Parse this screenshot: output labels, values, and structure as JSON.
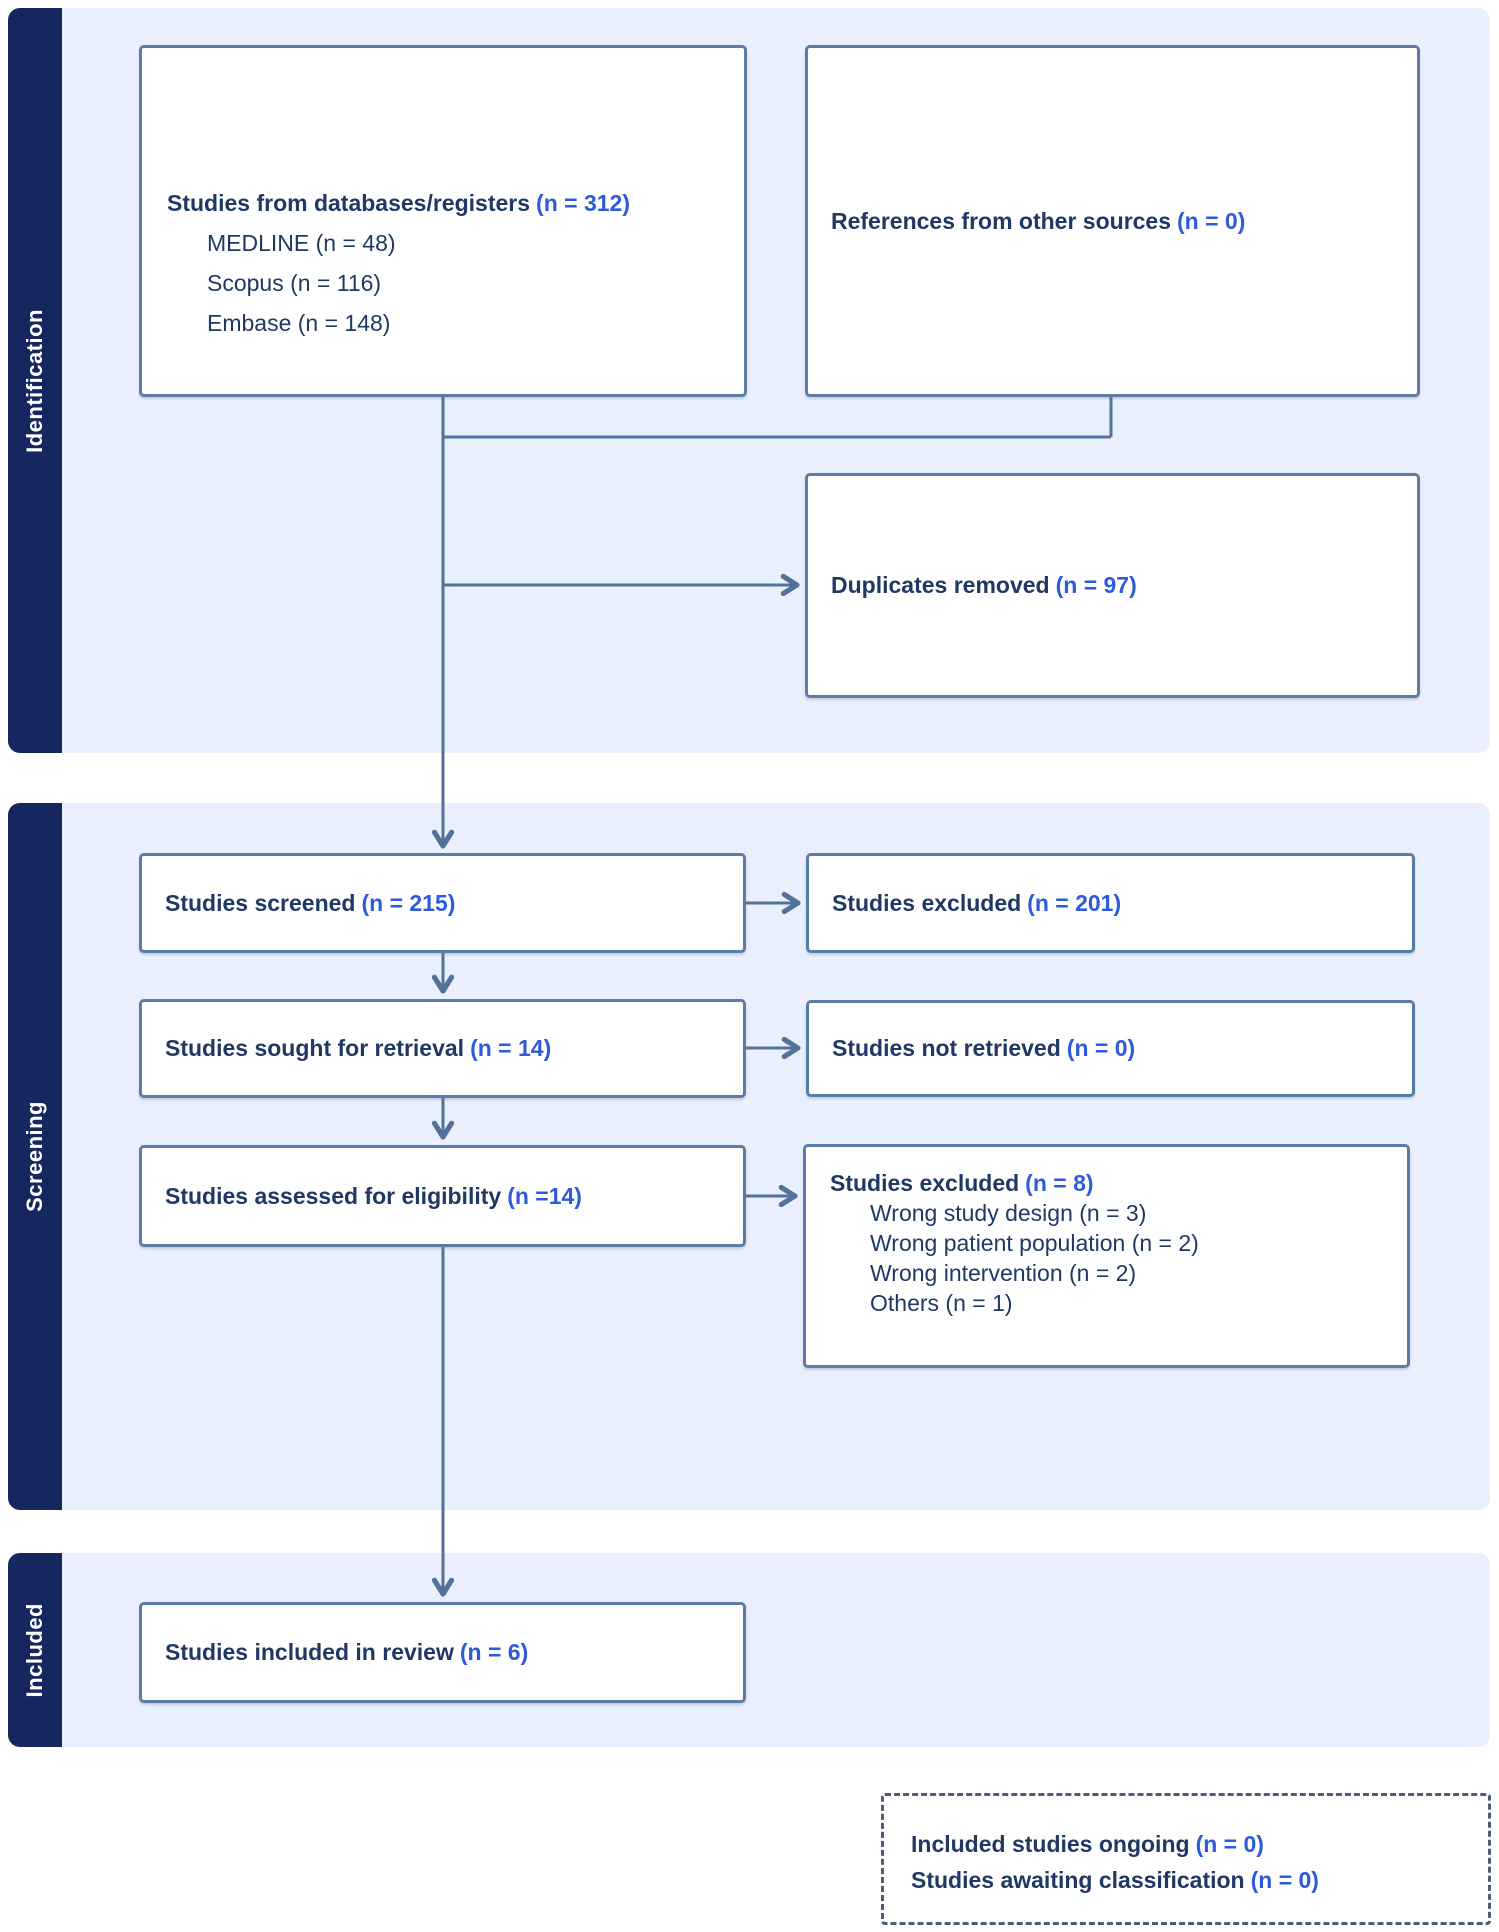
{
  "sidebar": {
    "sections": [
      {
        "label": "Identification"
      },
      {
        "label": "Screening"
      },
      {
        "label": "Included"
      }
    ]
  },
  "boxes": {
    "databases": {
      "label": "Studies from databases/registers",
      "count": "(n = 312)",
      "items": [
        "MEDLINE (n = 48)",
        "Scopus (n = 116)",
        "Embase (n = 148)"
      ]
    },
    "other_sources": {
      "label": "References from other sources",
      "count": "(n = 0)"
    },
    "duplicates": {
      "label": "Duplicates removed",
      "count": "(n = 97)"
    },
    "screened": {
      "label": "Studies screened",
      "count": "(n = 215)"
    },
    "excluded_screening": {
      "label": "Studies excluded",
      "count": "(n = 201)"
    },
    "retrieval": {
      "label": "Studies sought for retrieval",
      "count": "(n = 14)"
    },
    "not_retrieved": {
      "label": "Studies not retrieved",
      "count": "(n = 0)"
    },
    "assessed": {
      "label": "Studies assessed for eligibility",
      "count": "(n =14)"
    },
    "excluded_eligibility": {
      "label": "Studies excluded",
      "count": "(n = 8)",
      "items": [
        "Wrong study design (n = 3)",
        "Wrong patient population (n = 2)",
        "Wrong intervention (n = 2)",
        "Others (n = 1)"
      ]
    },
    "included_review": {
      "label": "Studies included in review",
      "count": "(n = 6)"
    },
    "ongoing": {
      "lines": [
        {
          "label": "Included studies ongoing",
          "count": "(n = 0)"
        },
        {
          "label": "Studies awaiting classification",
          "count": "(n = 0)"
        }
      ]
    }
  },
  "colors": {
    "sidebar": "#16265e",
    "band": "#e9effc",
    "border": "#5b7ca4",
    "arrow": "#54719a",
    "navy": "#1f3864",
    "blue": "#2d5bdb",
    "dash": "#4d5d78"
  }
}
